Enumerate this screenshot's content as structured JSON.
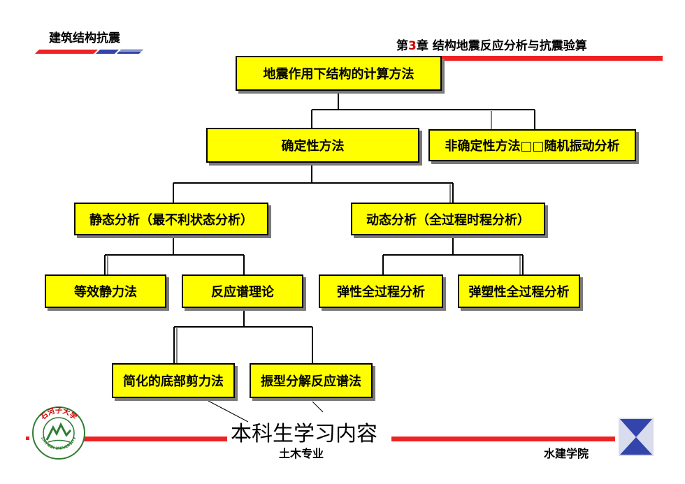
{
  "header": {
    "course_title": "建筑结构抗震",
    "chapter_prefix": "第",
    "chapter_num": "3",
    "chapter_title": "章 结构地震反应分析与抗震验算"
  },
  "diagram": {
    "root": "地震作用下结构的计算方法",
    "deterministic": "确定性方法",
    "nondeterministic": "非确定性方法□□随机振动分析",
    "static": "静态分析（最不利状态分析）",
    "dynamic": "动态分析（全过程时程分析）",
    "equivalent_static": "等效静力法",
    "response_spectrum": "反应谱理论",
    "elastic": "弹性全过程分析",
    "elastoplastic": "弹塑性全过程分析",
    "base_shear": "简化的底部剪力法",
    "modal": "振型分解反应谱法"
  },
  "annotation": "本科生学习内容",
  "footer": {
    "major": "土木专业",
    "school": "水建学院"
  },
  "logo": {
    "name": "shihezi-university-logo",
    "text_top": "石河子大学",
    "text_bottom": "SHIHEZI UNIVERSITY"
  },
  "colors": {
    "box_fill": "#ffff00",
    "accent_red": "#ee2222",
    "accent_blue": "#3344aa",
    "logo_green": "#2e7d32"
  }
}
